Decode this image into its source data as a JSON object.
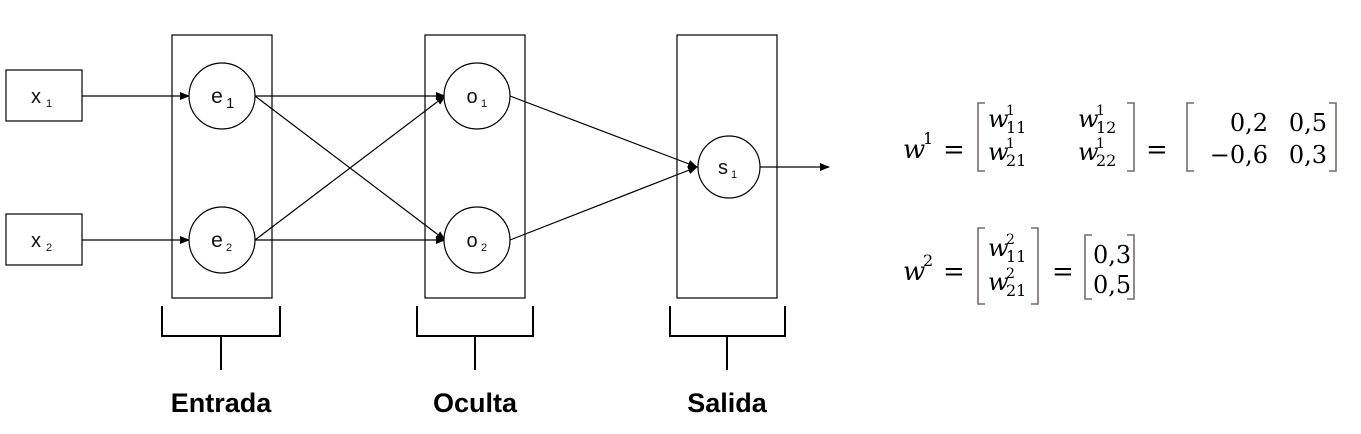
{
  "inputs": [
    {
      "base": "x",
      "sub": "1"
    },
    {
      "base": "x",
      "sub": "2"
    }
  ],
  "layers": {
    "input": {
      "label": "Entrada",
      "nodes": [
        {
          "base": "e",
          "sub": "1"
        },
        {
          "base": "e",
          "sub": "2"
        }
      ]
    },
    "hidden": {
      "label": "Oculta",
      "nodes": [
        {
          "base": "o",
          "sub": "1"
        },
        {
          "base": "o",
          "sub": "2"
        }
      ]
    },
    "output": {
      "label": "Salida",
      "nodes": [
        {
          "base": "s",
          "sub": "1"
        }
      ]
    }
  },
  "equations": {
    "w1": {
      "lhs_base": "w",
      "lhs_sup": "1",
      "equals": "=",
      "symbolic": [
        [
          {
            "base": "w",
            "sup": "1",
            "sub": "11"
          },
          {
            "base": "w",
            "sup": "1",
            "sub": "12"
          }
        ],
        [
          {
            "base": "w",
            "sup": "1",
            "sub": "21"
          },
          {
            "base": "w",
            "sup": "1",
            "sub": "22"
          }
        ]
      ],
      "values": [
        [
          "0,2",
          "0,5"
        ],
        [
          "−0,6",
          "0,3"
        ]
      ]
    },
    "w2": {
      "lhs_base": "w",
      "lhs_sup": "2",
      "equals": "=",
      "symbolic": [
        [
          {
            "base": "w",
            "sup": "2",
            "sub": "11"
          }
        ],
        [
          {
            "base": "w",
            "sup": "2",
            "sub": "21"
          }
        ]
      ],
      "values": [
        [
          "0,3"
        ],
        [
          "0,5"
        ]
      ]
    }
  }
}
